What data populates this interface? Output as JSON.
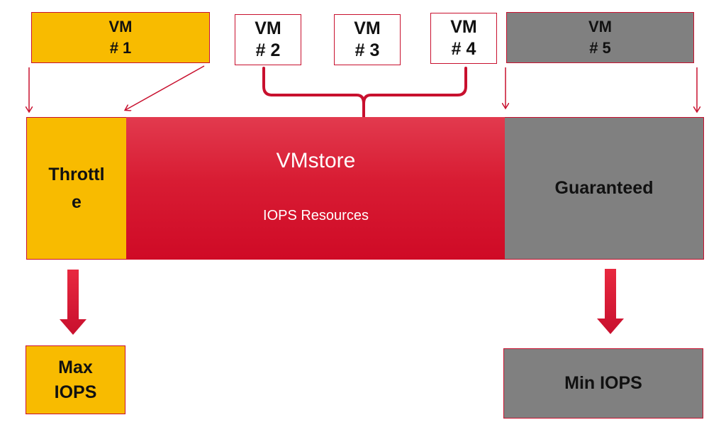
{
  "vms": {
    "vm1": {
      "line1": "VM",
      "line2": "# 1"
    },
    "vm2": {
      "line1": "VM",
      "line2": "# 2"
    },
    "vm3": {
      "line1": "VM",
      "line2": "# 3"
    },
    "vm4": {
      "line1": "VM",
      "line2": "# 4"
    },
    "vm5": {
      "line1": "VM",
      "line2": "# 5"
    }
  },
  "bar": {
    "throttle_line1": "Throttl",
    "throttle_line2": "e",
    "vmstore_title": "VMstore",
    "vmstore_subtitle": "IOPS Resources",
    "guaranteed": "Guaranteed"
  },
  "results": {
    "max_line1": "Max",
    "max_line2": "IOPS",
    "min": "Min IOPS"
  },
  "colors": {
    "accent_red": "#c8102e",
    "throttle_yellow": "#f8bb00",
    "guaranteed_gray": "#808080",
    "vmstore_red": "#d81c33"
  }
}
